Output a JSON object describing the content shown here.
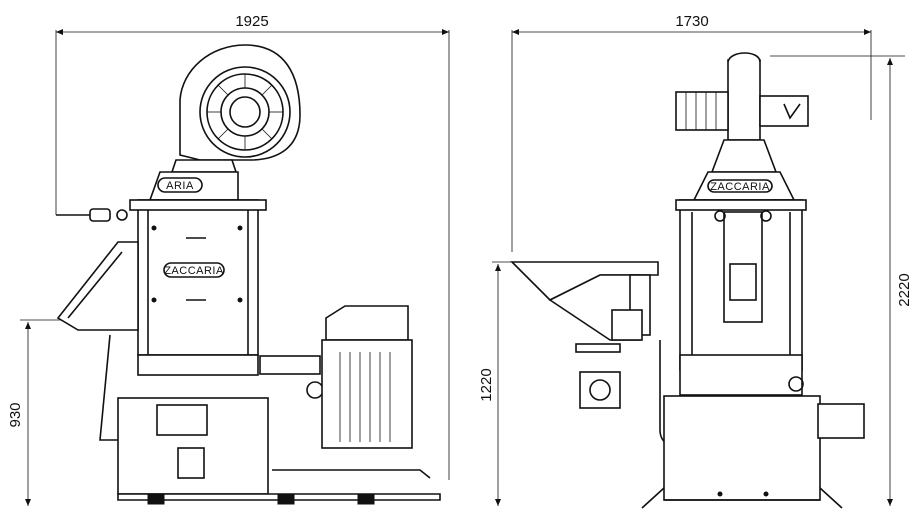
{
  "dimensions": {
    "left_width": "1925",
    "left_height": "930",
    "right_width": "1730",
    "right_total_height": "2220",
    "right_hopper_height": "1220"
  },
  "branding": {
    "left_top_logo": "ARIA",
    "left_body_logo": "ZACCARIA",
    "right_logo": "ZACCARIA"
  }
}
